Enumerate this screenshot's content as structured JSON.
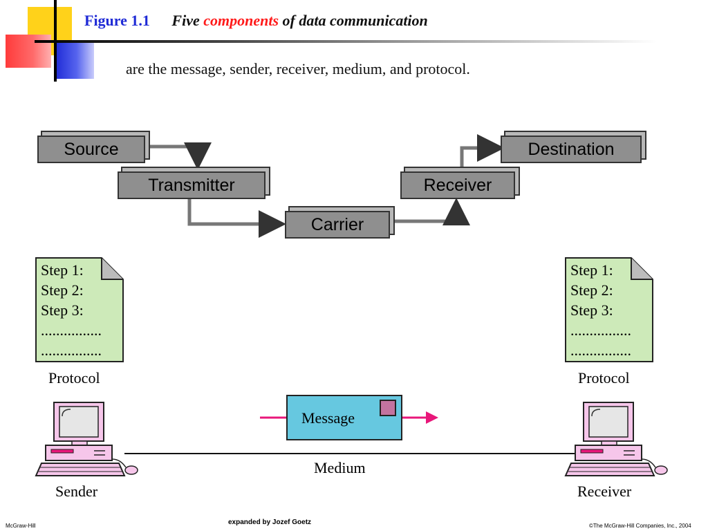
{
  "slide": {
    "figure_label": "Figure 1.1",
    "title_part1": "Five",
    "title_highlight": "components",
    "title_part2": "of data communication",
    "subtitle": "are the message, sender, receiver, medium, and protocol."
  },
  "flow": {
    "source": "Source",
    "transmitter": "Transmitter",
    "carrier": "Carrier",
    "receiver": "Receiver",
    "destination": "Destination"
  },
  "protocol_left": {
    "lines": [
      "Step 1:",
      "Step 2:",
      "Step 3:",
      "................",
      "................"
    ],
    "label": "Protocol"
  },
  "protocol_right": {
    "lines": [
      "Step 1:",
      "Step 2:",
      "Step 3:",
      "................",
      "................"
    ],
    "label": "Protocol"
  },
  "message": "Message",
  "medium": "Medium",
  "sender": "Sender",
  "receiver_label": "Receiver",
  "footer": {
    "left": "McGraw-Hill",
    "center": "expanded by Jozef Goetz",
    "right": "©The McGraw-Hill Companies, Inc., 2004"
  },
  "colors": {
    "title_blue": "#1f2bd6",
    "highlight_red": "#ff1a1a",
    "box_gray": "#8f8f8f",
    "doc_green": "#cdeab9",
    "message_blue": "#66c8e0",
    "computer_pink": "#f6c6ea",
    "arrow_magenta": "#e8177a"
  }
}
